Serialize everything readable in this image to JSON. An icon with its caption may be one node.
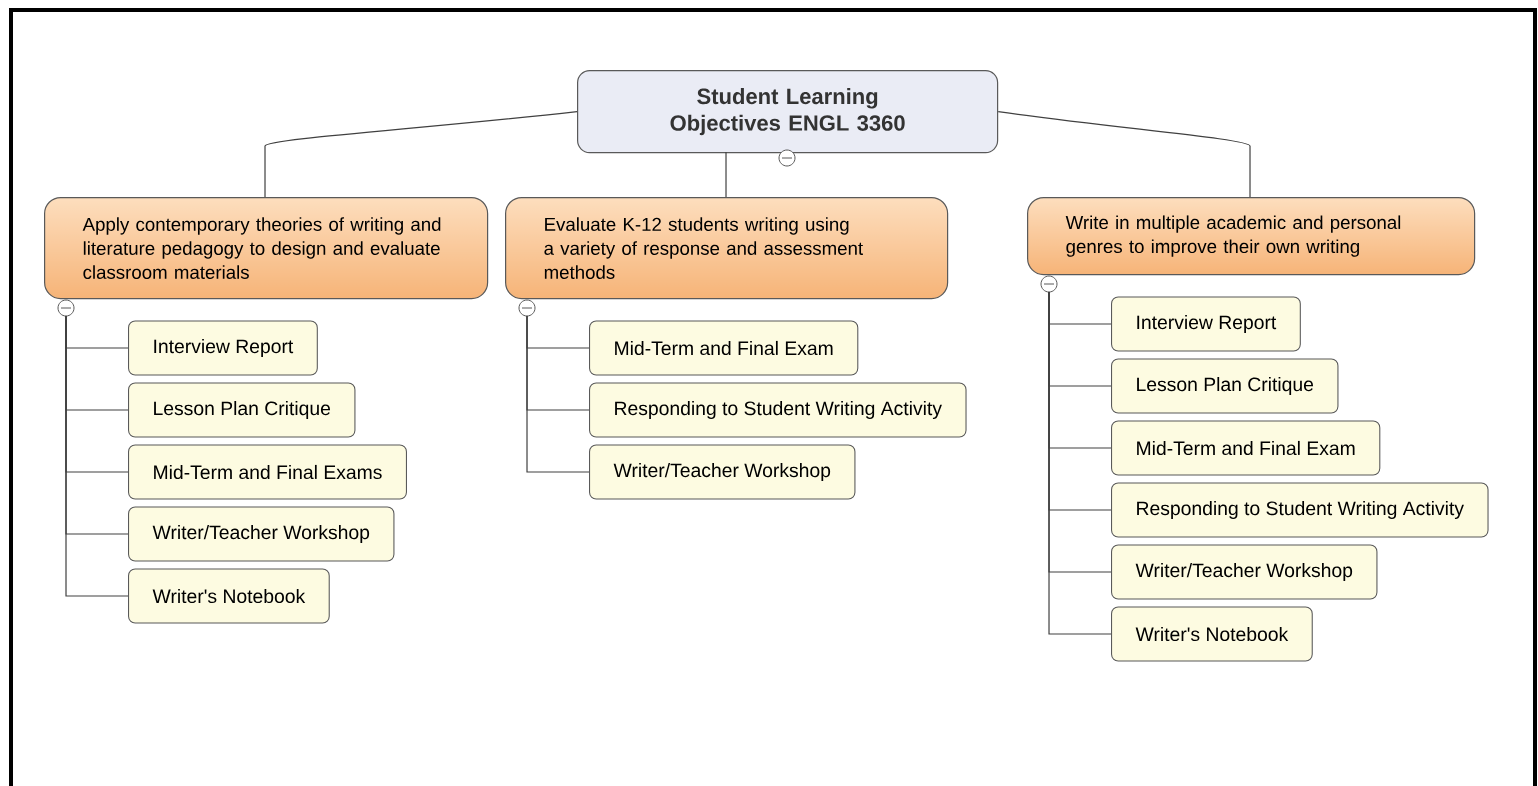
{
  "diagram": {
    "nodes": [
      {
        "text": [
          "Student Learning Objectives ENGL 3360"
        ]
      },
      {
        "text": [
          "Apply contemporary theories of writing and literature pedagogy to design and evaluate classroom materials"
        ]
      },
      {
        "text": [
          "Evaluate K-12 students writing using a variety of response and assessment methods"
        ]
      },
      {
        "text": [
          "Write in multiple academic and personal genres to improve their own writing"
        ]
      },
      {
        "text": [
          "Interview Report"
        ]
      },
      {
        "text": [
          "Lesson Plan Critique"
        ]
      },
      {
        "text": [
          "Mid-Term and Final Exams"
        ]
      },
      {
        "text": [
          "Writer/Teacher Workshop"
        ]
      },
      {
        "text": [
          "Writer's Notebook"
        ]
      },
      {
        "text": [
          "Mid-Term and Final Exam"
        ]
      },
      {
        "text": [
          "Responding to Student Writing Activity"
        ]
      },
      {
        "text": [
          "Writer/Teacher Workshop"
        ]
      },
      {
        "text": [
          "Interview Report"
        ]
      },
      {
        "text": [
          "Lesson Plan Critique"
        ]
      },
      {
        "text": [
          "Mid-Term and Final Exam"
        ]
      },
      {
        "text": [
          "Responding to Student Writing Activity"
        ]
      },
      {
        "text": [
          "Writer/Teacher Workshop"
        ]
      },
      {
        "text": [
          "Writer's Notebook"
        ]
      }
    ],
    "edges": [
      {
        "from": 0,
        "to": 1,
        "arrow": "none"
      },
      {
        "from": 0,
        "to": 2,
        "arrow": "none"
      },
      {
        "from": 0,
        "to": 3,
        "arrow": "none"
      },
      {
        "from": 1,
        "to": 4,
        "arrow": "none"
      },
      {
        "from": 1,
        "to": 5,
        "arrow": "none"
      },
      {
        "from": 1,
        "to": 6,
        "arrow": "none"
      },
      {
        "from": 1,
        "to": 7,
        "arrow": "none"
      },
      {
        "from": 1,
        "to": 8,
        "arrow": "none"
      },
      {
        "from": 2,
        "to": 9,
        "arrow": "none"
      },
      {
        "from": 2,
        "to": 10,
        "arrow": "none"
      },
      {
        "from": 2,
        "to": 11,
        "arrow": "none"
      },
      {
        "from": 3,
        "to": 12,
        "arrow": "none"
      },
      {
        "from": 3,
        "to": 13,
        "arrow": "none"
      },
      {
        "from": 3,
        "to": 14,
        "arrow": "none"
      },
      {
        "from": 3,
        "to": 15,
        "arrow": "none"
      },
      {
        "from": 3,
        "to": 16,
        "arrow": "none"
      },
      {
        "from": 3,
        "to": 17,
        "arrow": "none"
      }
    ]
  }
}
